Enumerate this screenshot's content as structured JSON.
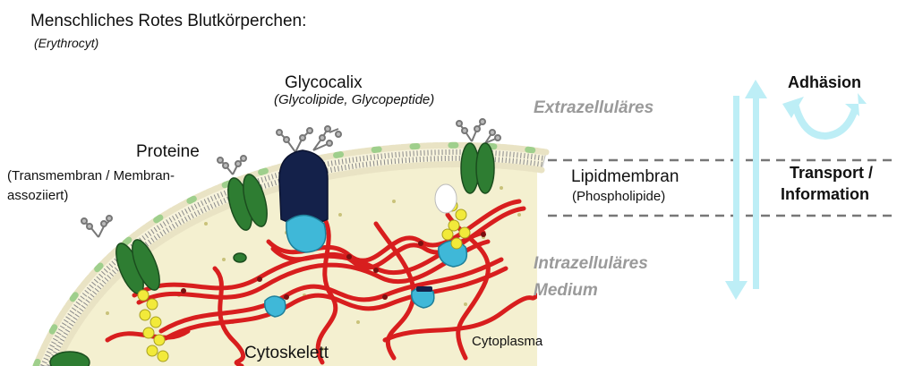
{
  "title": "Menschliches Rotes Blutkörperchen:",
  "subtitle": "(Erythrocyt)",
  "labels": {
    "glycocalix": "Glycocalix",
    "glycocalix_sub": "(Glycolipide, Glycopeptide)",
    "proteine": "Proteine",
    "proteine_sub_1": "(Transmembran / Membran-",
    "proteine_sub_2": "assoziiert)",
    "extrazellulaeres": "Extrazelluläres",
    "lipidmembran": "Lipidmembran",
    "lipidmembran_sub": "(Phospholipide)",
    "intrazellulaeres": "Intrazelluläres",
    "medium": "Medium",
    "cytoplasma": "Cytoplasma",
    "cytoskelett": "Cytoskelett",
    "adhaesion": "Adhäsion",
    "transport": "Transport /",
    "information": "Information"
  },
  "colors": {
    "membrane_head": "#f2ecd0",
    "membrane_head_green": "#9fcf8c",
    "lipid_tail": "#8a8a8a",
    "cytoplasm_fill": "#f4f0d0",
    "protein_green": "#2e7d32",
    "protein_navy": "#14214a",
    "protein_cyan": "#3fb8d8",
    "cytoskeleton_red": "#d81e1e",
    "ankyrin_yellow": "#f2ea3a",
    "arrow_cyan": "#bdeef6",
    "zone_gray": "#9a9a9a",
    "dash_gray": "#777777"
  }
}
